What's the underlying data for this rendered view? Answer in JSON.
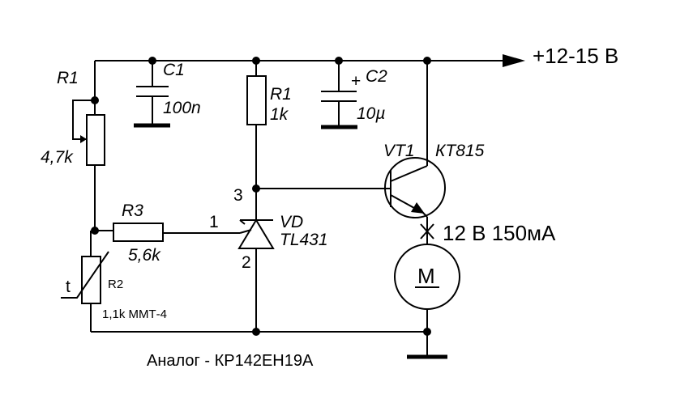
{
  "supply": {
    "label": "+12-15 В"
  },
  "potentiometer": {
    "ref": "R1",
    "value": "4,7k"
  },
  "c1": {
    "ref": "C1",
    "value": "100n"
  },
  "r1_fixed": {
    "ref": "R1",
    "value": "1k"
  },
  "c2": {
    "ref": "C2",
    "value": "10µ",
    "polarity": "+"
  },
  "transistor": {
    "ref": "VT1",
    "type": "КТ815"
  },
  "r3": {
    "ref": "R3",
    "value": "5,6k"
  },
  "regulator": {
    "ref": "VD",
    "type": "TL431",
    "pin_ref": "1",
    "pin_cathode": "3",
    "pin_anode": "2"
  },
  "thermistor": {
    "symbol": "t",
    "ref": "R2",
    "value": "1,1k  ММТ-4"
  },
  "motor": {
    "symbol": "M",
    "rating": "12 В 150мА"
  },
  "footer": {
    "analog_note": "Аналог - КР142ЕН19А"
  }
}
